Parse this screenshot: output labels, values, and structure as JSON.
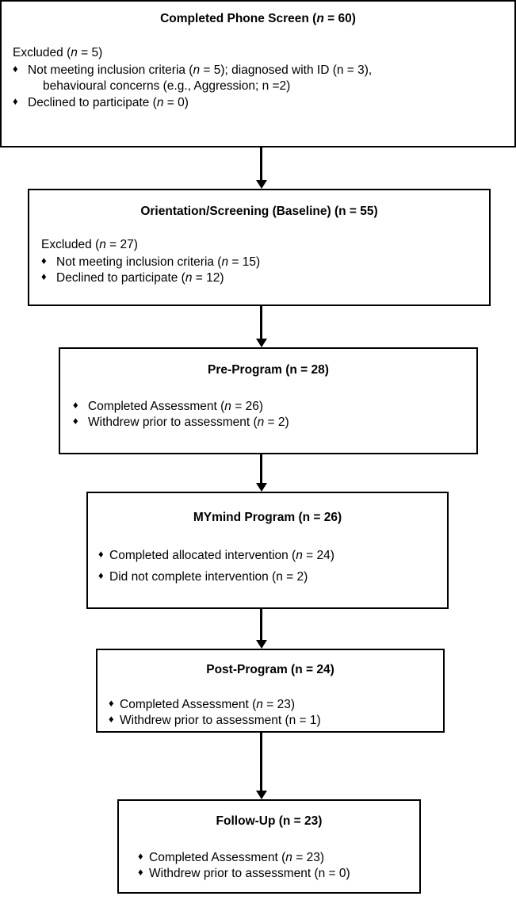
{
  "diagram": {
    "type": "participant-flow-diagram",
    "bullet_glyph": "♦",
    "line_color": "#000000",
    "background": "#ffffff",
    "nodes": [
      {
        "id": "completed-phone-screen",
        "title_prefix": "Completed Phone Screen (",
        "title_n": "n",
        "title_suffix": " = 60)",
        "lead": "Excluded  (",
        "lead_n": "n",
        "lead_suffix": " = 5)",
        "bullets": [
          {
            "text_before": "Not meeting inclusion criteria (",
            "n": "n",
            "text_after": " = 5); diagnosed with ID (n = 3),",
            "continuation": "behavioural concerns (e.g., Aggression; n =2)"
          },
          {
            "text_before": "Declined to participate (",
            "n": "n",
            "text_after": " = 0)",
            "continuation": ""
          }
        ]
      },
      {
        "id": "orientation-screening-baseline",
        "title_prefix": "Orientation/Screening (Baseline) (n = 55)",
        "title_n": "",
        "title_suffix": "",
        "lead": "Excluded (",
        "lead_n": "n",
        "lead_suffix": " = 27)",
        "bullets": [
          {
            "text_before": "Not meeting inclusion criteria (",
            "n": "n",
            "text_after": " = 15)",
            "continuation": ""
          },
          {
            "text_before": "Declined to participate (",
            "n": "n",
            "text_after": " = 12)",
            "continuation": ""
          }
        ]
      },
      {
        "id": "pre-program",
        "title_prefix": "Pre-Program (n = 28)",
        "title_n": "",
        "title_suffix": "",
        "lead": "",
        "lead_n": "",
        "lead_suffix": "",
        "bullets": [
          {
            "text_before": "Completed Assessment (",
            "n": "n",
            "text_after": " = 26)",
            "continuation": ""
          },
          {
            "text_before": "Withdrew prior to assessment (",
            "n": "n",
            "text_after": " = 2)",
            "continuation": ""
          }
        ]
      },
      {
        "id": "mymind-program",
        "title_prefix": "MYmind Program (n = 26)",
        "title_n": "",
        "title_suffix": "",
        "lead": "",
        "lead_n": "",
        "lead_suffix": "",
        "bullets": [
          {
            "text_before": "Completed allocated intervention (",
            "n": "n",
            "text_after": " = 24)",
            "continuation": ""
          },
          {
            "text_before": "Did not complete intervention (n = 2)",
            "n": "",
            "text_after": "",
            "continuation": ""
          }
        ]
      },
      {
        "id": "post-program",
        "title_prefix": "Post-Program (n = 24)",
        "title_n": "",
        "title_suffix": "",
        "lead": "",
        "lead_n": "",
        "lead_suffix": "",
        "bullets": [
          {
            "text_before": "Completed Assessment (",
            "n": "n",
            "text_after": " = 23)",
            "continuation": ""
          },
          {
            "text_before": "Withdrew prior to assessment (n = 1)",
            "n": "",
            "text_after": "",
            "continuation": ""
          }
        ]
      },
      {
        "id": "follow-up",
        "title_prefix": "Follow-Up (n = 23)",
        "title_n": "",
        "title_suffix": "",
        "lead": "",
        "lead_n": "",
        "lead_suffix": "",
        "bullets": [
          {
            "text_before": "Completed Assessment (",
            "n": "n",
            "text_after": " = 23)",
            "continuation": ""
          },
          {
            "text_before": "Withdrew prior to assessment (n = 0)",
            "n": "",
            "text_after": "",
            "continuation": ""
          }
        ]
      }
    ]
  }
}
